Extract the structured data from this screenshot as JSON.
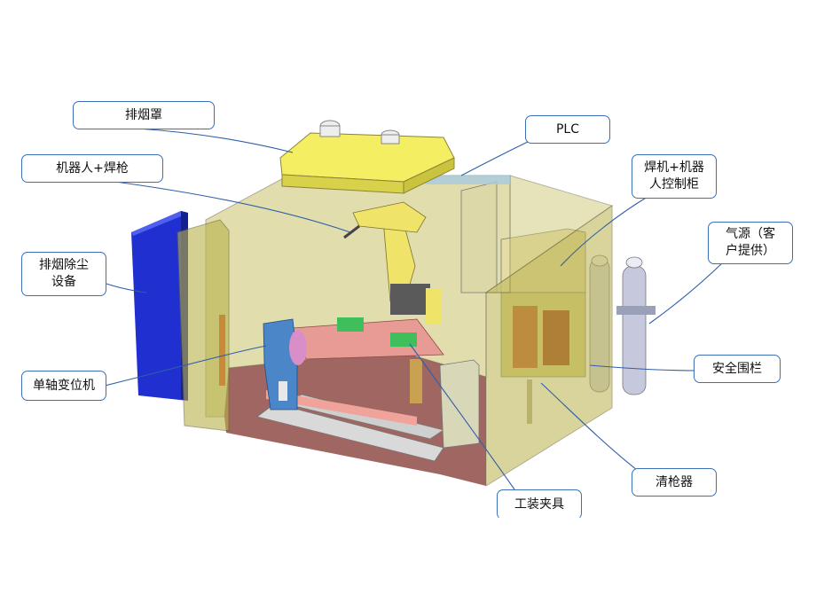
{
  "labels": {
    "fume_hood": "排烟罩",
    "robot_torch": "机器人+焊枪",
    "dust_remover": "排烟除尘\n设备",
    "single_axis_positioner": "单轴变位机",
    "plc": "PLC",
    "welder_control_cabinet": "焊机+机器\n人控制柜",
    "gas_source": "气源（客\n户提供）",
    "safety_fence": "安全围栏",
    "torch_cleaner": "清枪器",
    "fixture": "工装夹具"
  },
  "colors": {
    "callout_border": "#3b6fb6",
    "leader": "#2f5fa8",
    "fence_fill": "#b9b24a",
    "floor_fill": "#8f4b45",
    "hood_fill": "#f4ee62",
    "dust_box": "#1f2fd0",
    "positioner": "#4a86c8",
    "cabinet": "#d8d08a"
  }
}
